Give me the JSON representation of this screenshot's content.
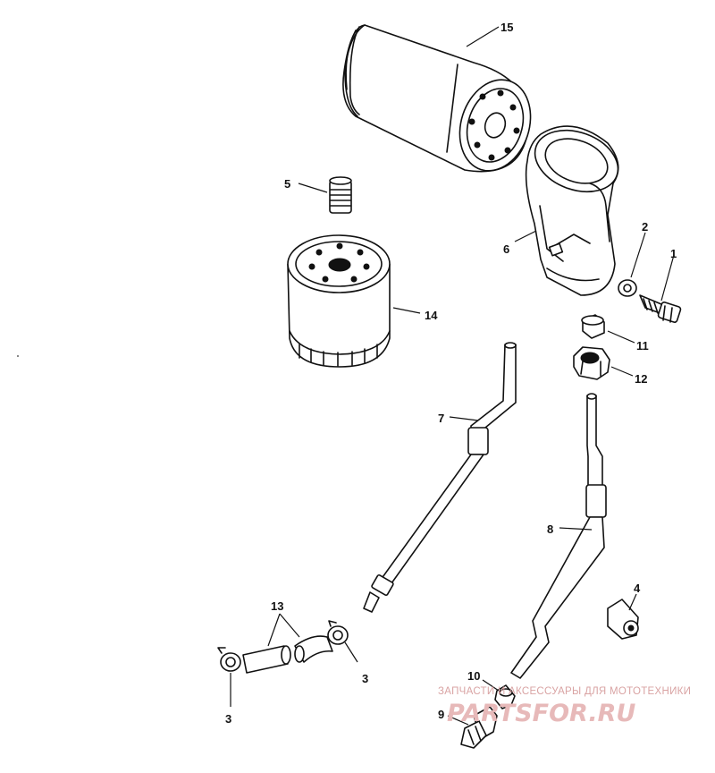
{
  "diagram": {
    "callouts": {
      "c1": "1",
      "c2": "2",
      "c3a": "3",
      "c3b": "3",
      "c4": "4",
      "c5": "5",
      "c6": "6",
      "c7": "7",
      "c8": "8",
      "c9": "9",
      "c10": "10",
      "c11": "11",
      "c12": "12",
      "c13": "13",
      "c14": "14",
      "c15": "15"
    }
  },
  "watermark": {
    "tagline": "ЗАПЧАСТИ И АКСЕССУАРЫ ДЛЯ МОТОТЕХНИКИ",
    "logo_text": "PARTSFOR.RU"
  }
}
